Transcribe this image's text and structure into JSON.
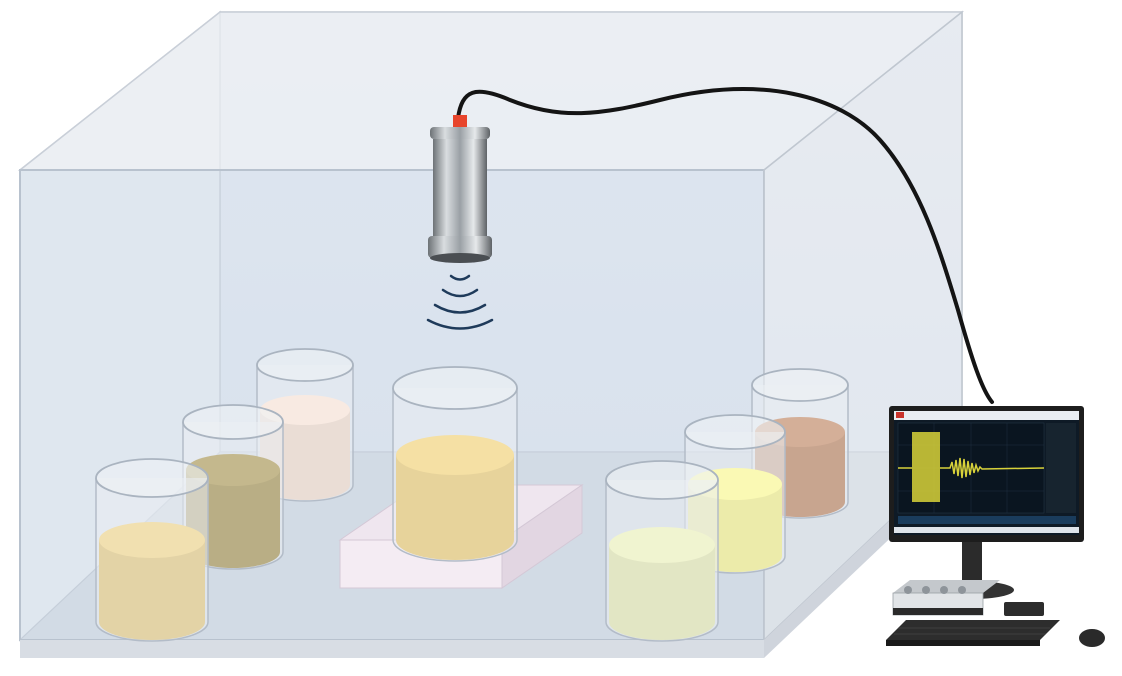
{
  "scene": {
    "tank": "glass-tank",
    "transducer": "ultrasonic-transducer",
    "cable": "signal-cable",
    "sound_waves": "ultrasound-waves-icon",
    "beakers": [
      {
        "name": "beaker-front-left",
        "color": "#e3d3a6"
      },
      {
        "name": "beaker-mid-left",
        "color": "#b9ae85"
      },
      {
        "name": "beaker-back-left",
        "color": "#eaddd5"
      },
      {
        "name": "beaker-center",
        "color": "#e7d39b"
      },
      {
        "name": "beaker-front-right",
        "color": "#e2e6c4"
      },
      {
        "name": "beaker-mid-right",
        "color": "#ecebaa"
      },
      {
        "name": "beaker-back-right",
        "color": "#c8a58f"
      }
    ],
    "platform_color": "#f0e6ef",
    "computer": {
      "monitor": "monitor",
      "waveform_color": "#d8d23a",
      "pulser_receiver": "pulser-receiver-box",
      "keyboard": "keyboard",
      "mouse": "mouse"
    }
  }
}
